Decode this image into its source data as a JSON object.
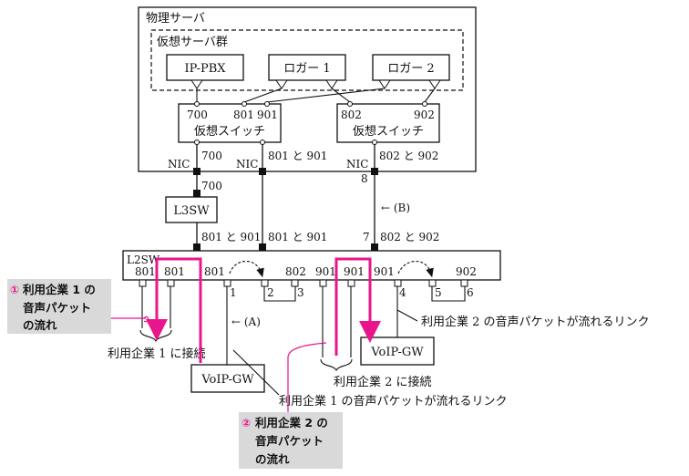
{
  "physical_server": {
    "title": "物理サーバ"
  },
  "virtual_group": {
    "title": "仮想サーバ群"
  },
  "servers": {
    "ippbx": "IP-PBX",
    "logger1": "ロガー 1",
    "logger2": "ロガー 2"
  },
  "vswitch_left": {
    "name": "仮想スイッチ",
    "port_700": "700",
    "port_801": "801",
    "port_901": "901"
  },
  "vswitch_right": {
    "name": "仮想スイッチ",
    "port_802": "802",
    "port_902": "902"
  },
  "nics": {
    "nic1": {
      "label": "NIC",
      "vlan": "700"
    },
    "nic2": {
      "label": "NIC",
      "vlan": "801 と 901"
    },
    "nic3": {
      "label": "NIC",
      "vlan": "802 と 902",
      "port": "8"
    }
  },
  "l3sw": {
    "name": "L3SW",
    "upper_vlan": "700",
    "lower_vlan": "801 と 901"
  },
  "mid_links": {
    "center_vlan": "801 と 901",
    "right_vlan": "802 と 902",
    "right_port": "7",
    "link_b": "← (B)"
  },
  "l2sw": {
    "name": "L2SW",
    "port_vlans": [
      "801",
      "801",
      "801",
      "802",
      "901",
      "901",
      "901",
      "902"
    ],
    "port_numbers": [
      "1",
      "2",
      "3",
      "4",
      "5",
      "6"
    ]
  },
  "voip_gw": {
    "left": "VoIP-GW",
    "right": "VoIP-GW"
  },
  "annotations": {
    "link_a": "← (A)",
    "company1_connect": "利用企業 1 に接続",
    "company2_connect": "利用企業 2 に接続",
    "company2_link": "利用企業 2 の音声パケットが流れるリンク",
    "company1_link": "利用企業 1 の音声パケットが流れるリンク"
  },
  "callouts": {
    "c1": {
      "marker": "①",
      "line1": "利用企業 1 の",
      "line2": "音声パケット",
      "line3": "の流れ"
    },
    "c2": {
      "marker": "②",
      "line1": "利用企業 2 の",
      "line2": "音声パケット",
      "line3": "の流れ"
    }
  },
  "colors": {
    "flow": "#e8158d",
    "callout_bg": "#d9d9d9",
    "line": "#111111"
  }
}
